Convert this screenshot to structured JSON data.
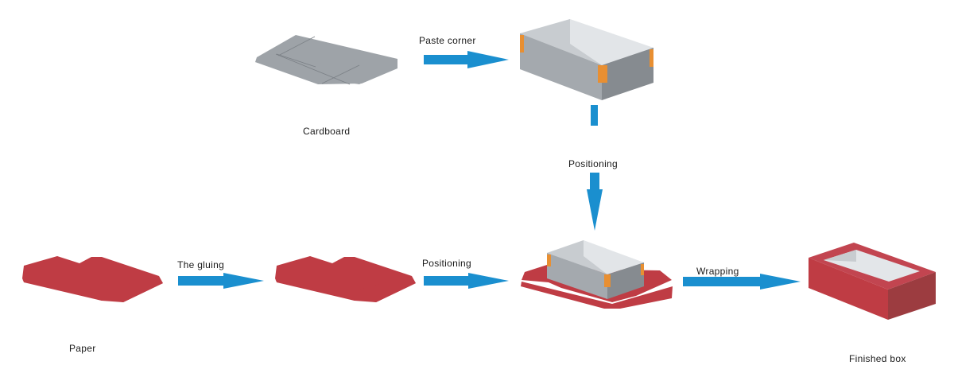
{
  "title": "Box making process",
  "colors": {
    "arrow": "#1a8fcf",
    "cardboard": "#9ea3a8",
    "paper": "#bf3c44",
    "tape": "#e88f32"
  },
  "items": {
    "cardboard": "Cardboard",
    "paper": "Paper",
    "finished_box": "Finished box"
  },
  "steps": {
    "paste_corner": "Paste corner",
    "positioning_down": "Positioning",
    "the_gluing": "The gluing",
    "positioning_right": "Positioning",
    "wrapping": "Wrapping"
  }
}
